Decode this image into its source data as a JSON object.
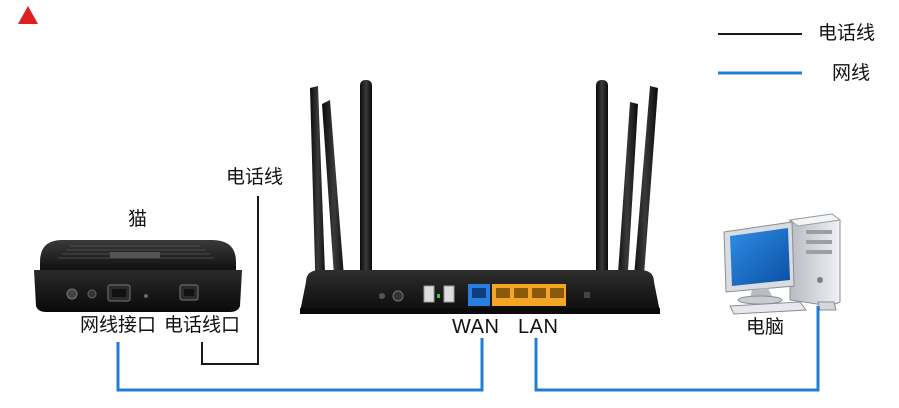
{
  "legend": {
    "phone_line_label": "电话线",
    "network_cable_label": "网线",
    "phone_line_color": "#1a1a1a",
    "network_cable_color": "#1f7ed0"
  },
  "labels": {
    "phone_line": "电话线",
    "modem": "猫",
    "modem_network_port": "网线接口",
    "modem_phone_port": "电话线口",
    "router_wan": "WAN",
    "router_lan": "LAN",
    "computer": "电脑"
  },
  "icons": {
    "corner": "warning-triangle-icon",
    "modem": "modem-device-icon",
    "router": "wireless-router-icon",
    "computer": "desktop-computer-icon"
  },
  "colors": {
    "warning": "#e02020",
    "wan_port": "#2a7de1",
    "lan_port": "#f2a623",
    "device_body": "#1b1b1b"
  }
}
